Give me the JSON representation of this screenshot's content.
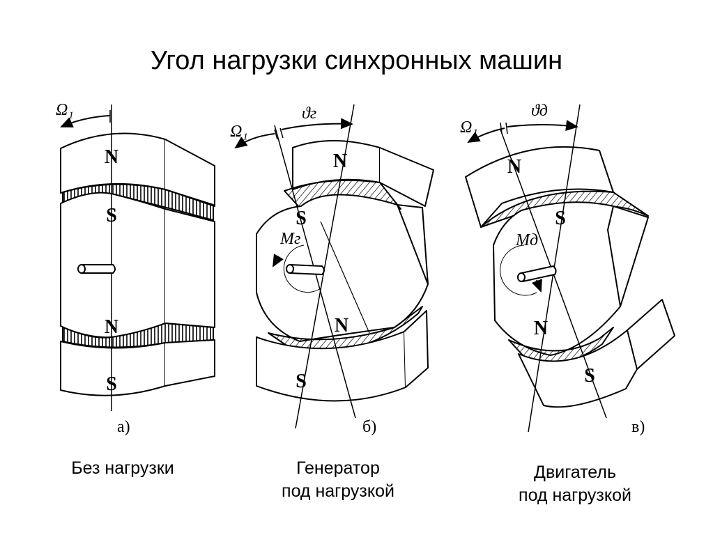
{
  "title": "Угол нагрузки синхронных машин",
  "panels": [
    {
      "letter": "а)",
      "caption": [
        "Без нагрузки"
      ],
      "speed": "Ω₁",
      "poles": [
        "N",
        "S",
        "N",
        "S"
      ]
    },
    {
      "letter": "б)",
      "caption": [
        "Генератор",
        "под нагрузкой"
      ],
      "speed": "Ω₁",
      "angle": "ϑг",
      "torque": "Mг",
      "poles": [
        "N",
        "S",
        "N",
        "S"
      ]
    },
    {
      "letter": "в)",
      "caption": [
        "Двигатель",
        "под нагрузкой"
      ],
      "speed": "Ω₁",
      "angle": "ϑд",
      "torque": "Mд",
      "poles": [
        "N",
        "S",
        "N",
        "S"
      ]
    }
  ]
}
